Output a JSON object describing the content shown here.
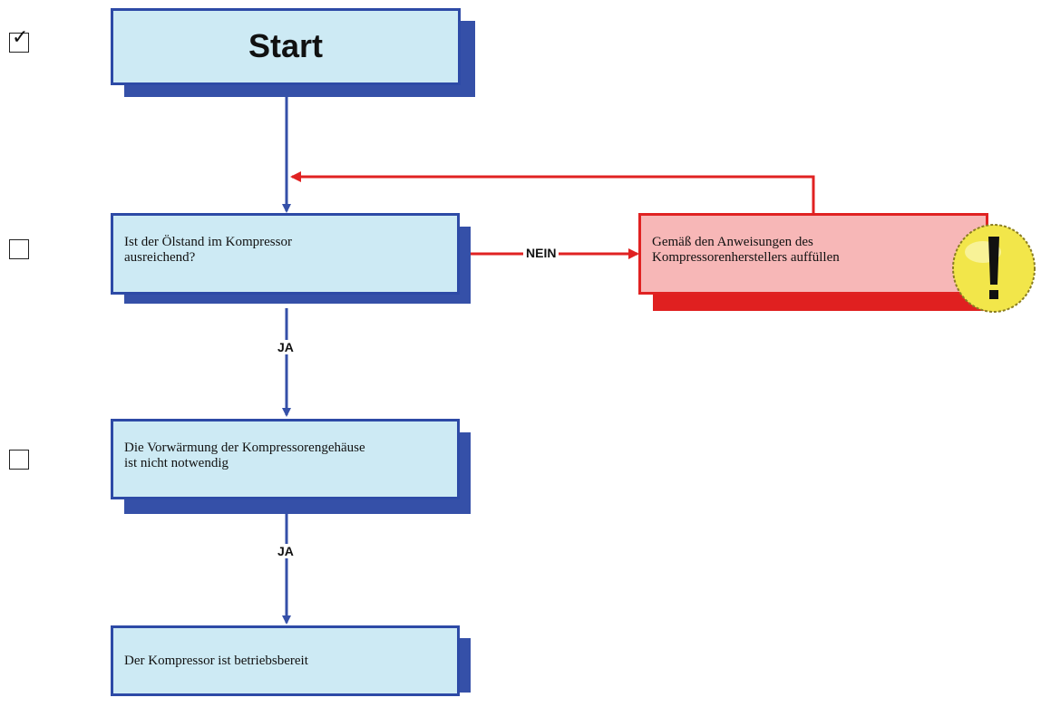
{
  "steps": [
    {
      "id": "start",
      "label": "Start",
      "checked": true
    },
    {
      "id": "q1",
      "label": "Ist der Ölstand im Kompressor\nausreichend?",
      "checked": false
    },
    {
      "id": "s2",
      "label": "Die Vorwärmung der Kompressorengehäuse\nist nicht notwendig",
      "checked": false
    },
    {
      "id": "s3",
      "label": "Der Kompressor ist betriebsbereit"
    }
  ],
  "action_box": {
    "label": "Gemäß den Anweisungen des\nKompressorenherstellers auffüllen",
    "icon": "warning-exclamation-icon"
  },
  "edges": {
    "no_label": "NEIN",
    "yes_label_1": "JA",
    "yes_label_2": "JA"
  },
  "colors": {
    "box_fill": "#cdeaf4",
    "box_border": "#2d4aa6",
    "shadow": "#3550a8",
    "alert_fill": "#f7b7b7",
    "alert_border": "#e02222",
    "warning_icon": "#f2e64a"
  }
}
